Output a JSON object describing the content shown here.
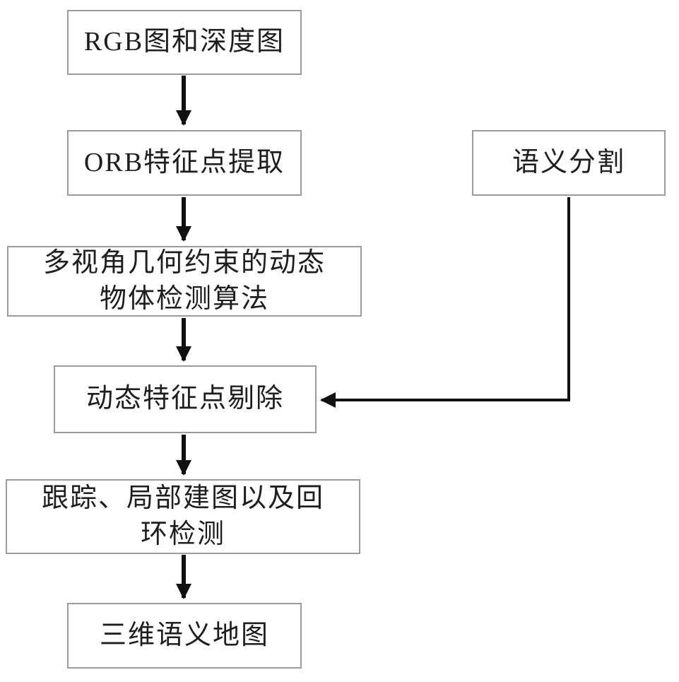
{
  "diagram": {
    "title": "",
    "nodes": {
      "rgb_depth": {
        "label": "RGB图和深度图"
      },
      "orb": {
        "label": "ORB特征点提取"
      },
      "multiview": {
        "label": "多视角几何约束的动态\n物体检测算法"
      },
      "dynamic_removal": {
        "label": "动态特征点剔除"
      },
      "tracking": {
        "label": "跟踪、局部建图以及回\n环检测"
      },
      "semantic_map": {
        "label": "三维语义地图"
      },
      "semantic_seg": {
        "label": "语义分割"
      }
    },
    "edges": [
      {
        "from": "rgb_depth",
        "to": "orb"
      },
      {
        "from": "orb",
        "to": "multiview"
      },
      {
        "from": "multiview",
        "to": "dynamic_removal"
      },
      {
        "from": "dynamic_removal",
        "to": "tracking"
      },
      {
        "from": "tracking",
        "to": "semantic_map"
      },
      {
        "from": "semantic_seg",
        "to": "dynamic_removal"
      }
    ],
    "colors": {
      "border": "#9b9b9b",
      "text": "#1e1e1e",
      "arrow": "#111111",
      "bg": "#ffffff"
    }
  }
}
